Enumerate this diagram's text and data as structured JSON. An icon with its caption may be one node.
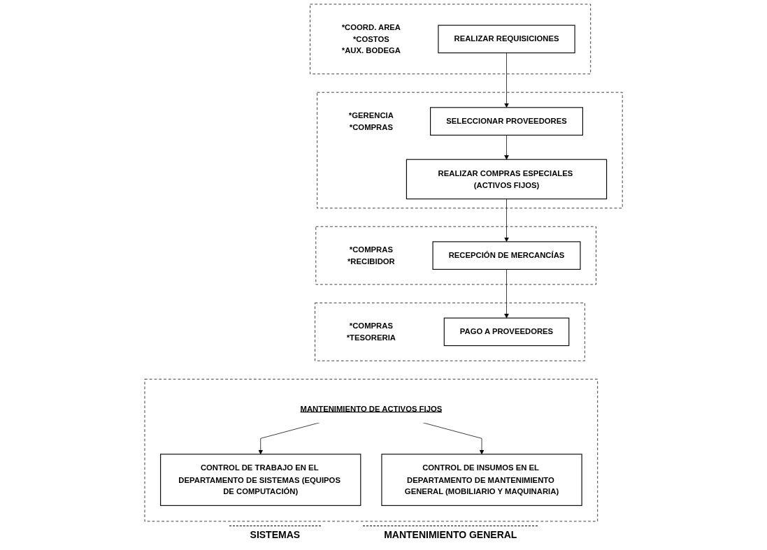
{
  "diagram": {
    "nodes": [
      {
        "text": [],
        "shape": "box"
      },
      {
        "text": [
          "*COORD. AREA",
          "*COSTOS",
          "*AUX. BODEGA"
        ],
        "in": 0
      },
      {
        "text": [
          "REALIZAR REQUISICIONES"
        ],
        "in": 0
      },
      {
        "text": [],
        "shape": "box"
      },
      {
        "text": [
          "*GERENCIA",
          "*COMPRAS"
        ],
        "in": 3
      },
      {
        "text": [
          "SELECCIONAR PROVEEDORES"
        ],
        "in": 3
      },
      {
        "text": [
          "REALIZAR COMPRAS ESPECIALES (ACTIVOS FIJOS)"
        ],
        "in": 3
      },
      {
        "text": [],
        "shape": "box"
      },
      {
        "text": [
          "*COMPRAS",
          "*RECIBIDOR"
        ],
        "in": 7
      },
      {
        "text": [
          "RECEPCIÓN DE MERCANCÍAS"
        ],
        "in": 7
      },
      {
        "text": [],
        "shape": "box"
      },
      {
        "text": [
          "*COMPRAS",
          "*TESORERIA"
        ],
        "in": 10
      },
      {
        "text": [
          "PAGO A PROVEEDORES"
        ],
        "in": 10
      },
      {
        "text": [],
        "shape": "box"
      },
      {
        "text": [
          "MANTENIMIENTO DE ACTIVOS FIJOS"
        ],
        "in": 13
      },
      {
        "text": [
          "CONTROL DE TRABAJO EN EL DEPARTAMENTO DE SISTEMAS (EQUIPOS DE COMPUTACIÓN)"
        ],
        "in": 13
      },
      {
        "text": [
          "CONTROL DE INSUMOS EN EL DEPARTAMENTO DE MANTENIMIENTO GENERAL (MOBILIARIO Y MAQUINARIA)"
        ],
        "in": 13
      }
    ],
    "edges": [
      {
        "from": 2,
        "to": 5,
        "arrow": "to"
      },
      {
        "from": 5,
        "to": 6,
        "arrow": "to"
      },
      {
        "from": 6,
        "to": 9,
        "arrow": "to"
      },
      {
        "from": 9,
        "to": 12,
        "arrow": "to"
      },
      {
        "from": 14,
        "to": 15,
        "arrow": "to"
      },
      {
        "from": 14,
        "to": 16,
        "arrow": "to"
      }
    ],
    "labels": [
      "SISTEMAS",
      "MANTENIMIENTO GENERAL"
    ]
  }
}
